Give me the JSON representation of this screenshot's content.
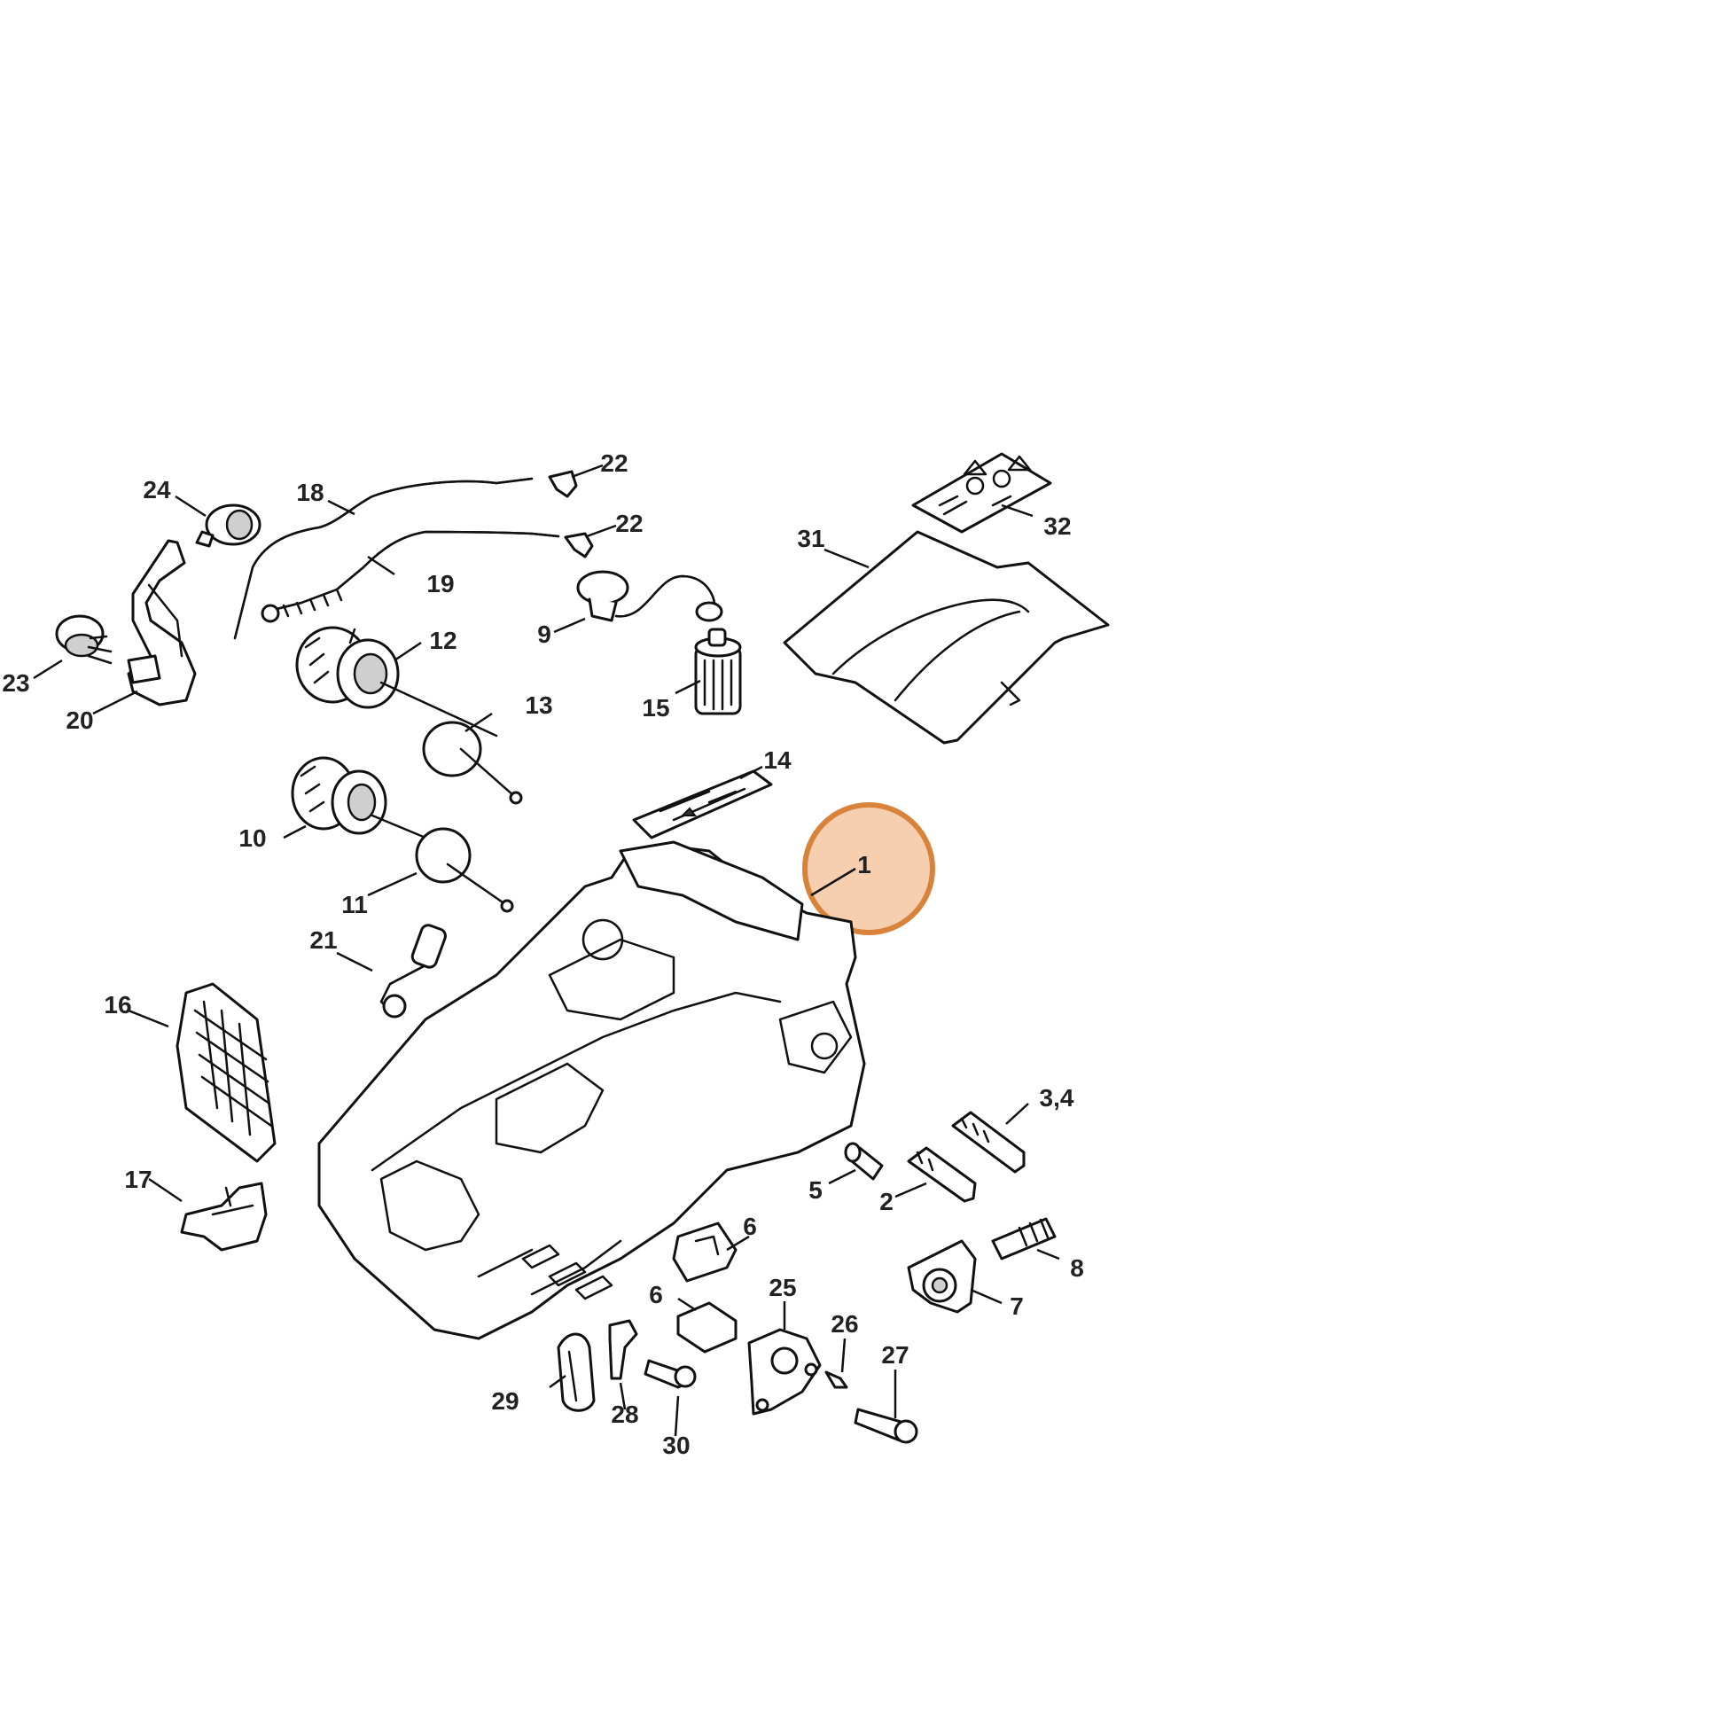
{
  "highlight": {
    "color": "#F5CFAF",
    "stroke": "#D9823A",
    "part": "1"
  },
  "callouts": [
    {
      "key": "p1",
      "label": "1"
    },
    {
      "key": "p2",
      "label": "2"
    },
    {
      "key": "p34",
      "label": "3,4"
    },
    {
      "key": "p5",
      "label": "5"
    },
    {
      "key": "p6a",
      "label": "6"
    },
    {
      "key": "p6b",
      "label": "6"
    },
    {
      "key": "p7",
      "label": "7"
    },
    {
      "key": "p8",
      "label": "8"
    },
    {
      "key": "p9",
      "label": "9"
    },
    {
      "key": "p10",
      "label": "10"
    },
    {
      "key": "p11",
      "label": "11"
    },
    {
      "key": "p12",
      "label": "12"
    },
    {
      "key": "p13",
      "label": "13"
    },
    {
      "key": "p14",
      "label": "14"
    },
    {
      "key": "p15",
      "label": "15"
    },
    {
      "key": "p16",
      "label": "16"
    },
    {
      "key": "p17",
      "label": "17"
    },
    {
      "key": "p18",
      "label": "18"
    },
    {
      "key": "p19",
      "label": "19"
    },
    {
      "key": "p20",
      "label": "20"
    },
    {
      "key": "p21",
      "label": "21"
    },
    {
      "key": "p22a",
      "label": "22"
    },
    {
      "key": "p22b",
      "label": "22"
    },
    {
      "key": "p23",
      "label": "23"
    },
    {
      "key": "p24",
      "label": "24"
    },
    {
      "key": "p25",
      "label": "25"
    },
    {
      "key": "p26",
      "label": "26"
    },
    {
      "key": "p27",
      "label": "27"
    },
    {
      "key": "p28",
      "label": "28"
    },
    {
      "key": "p29",
      "label": "29"
    },
    {
      "key": "p30",
      "label": "30"
    },
    {
      "key": "p31",
      "label": "31"
    },
    {
      "key": "p32",
      "label": "32"
    }
  ]
}
